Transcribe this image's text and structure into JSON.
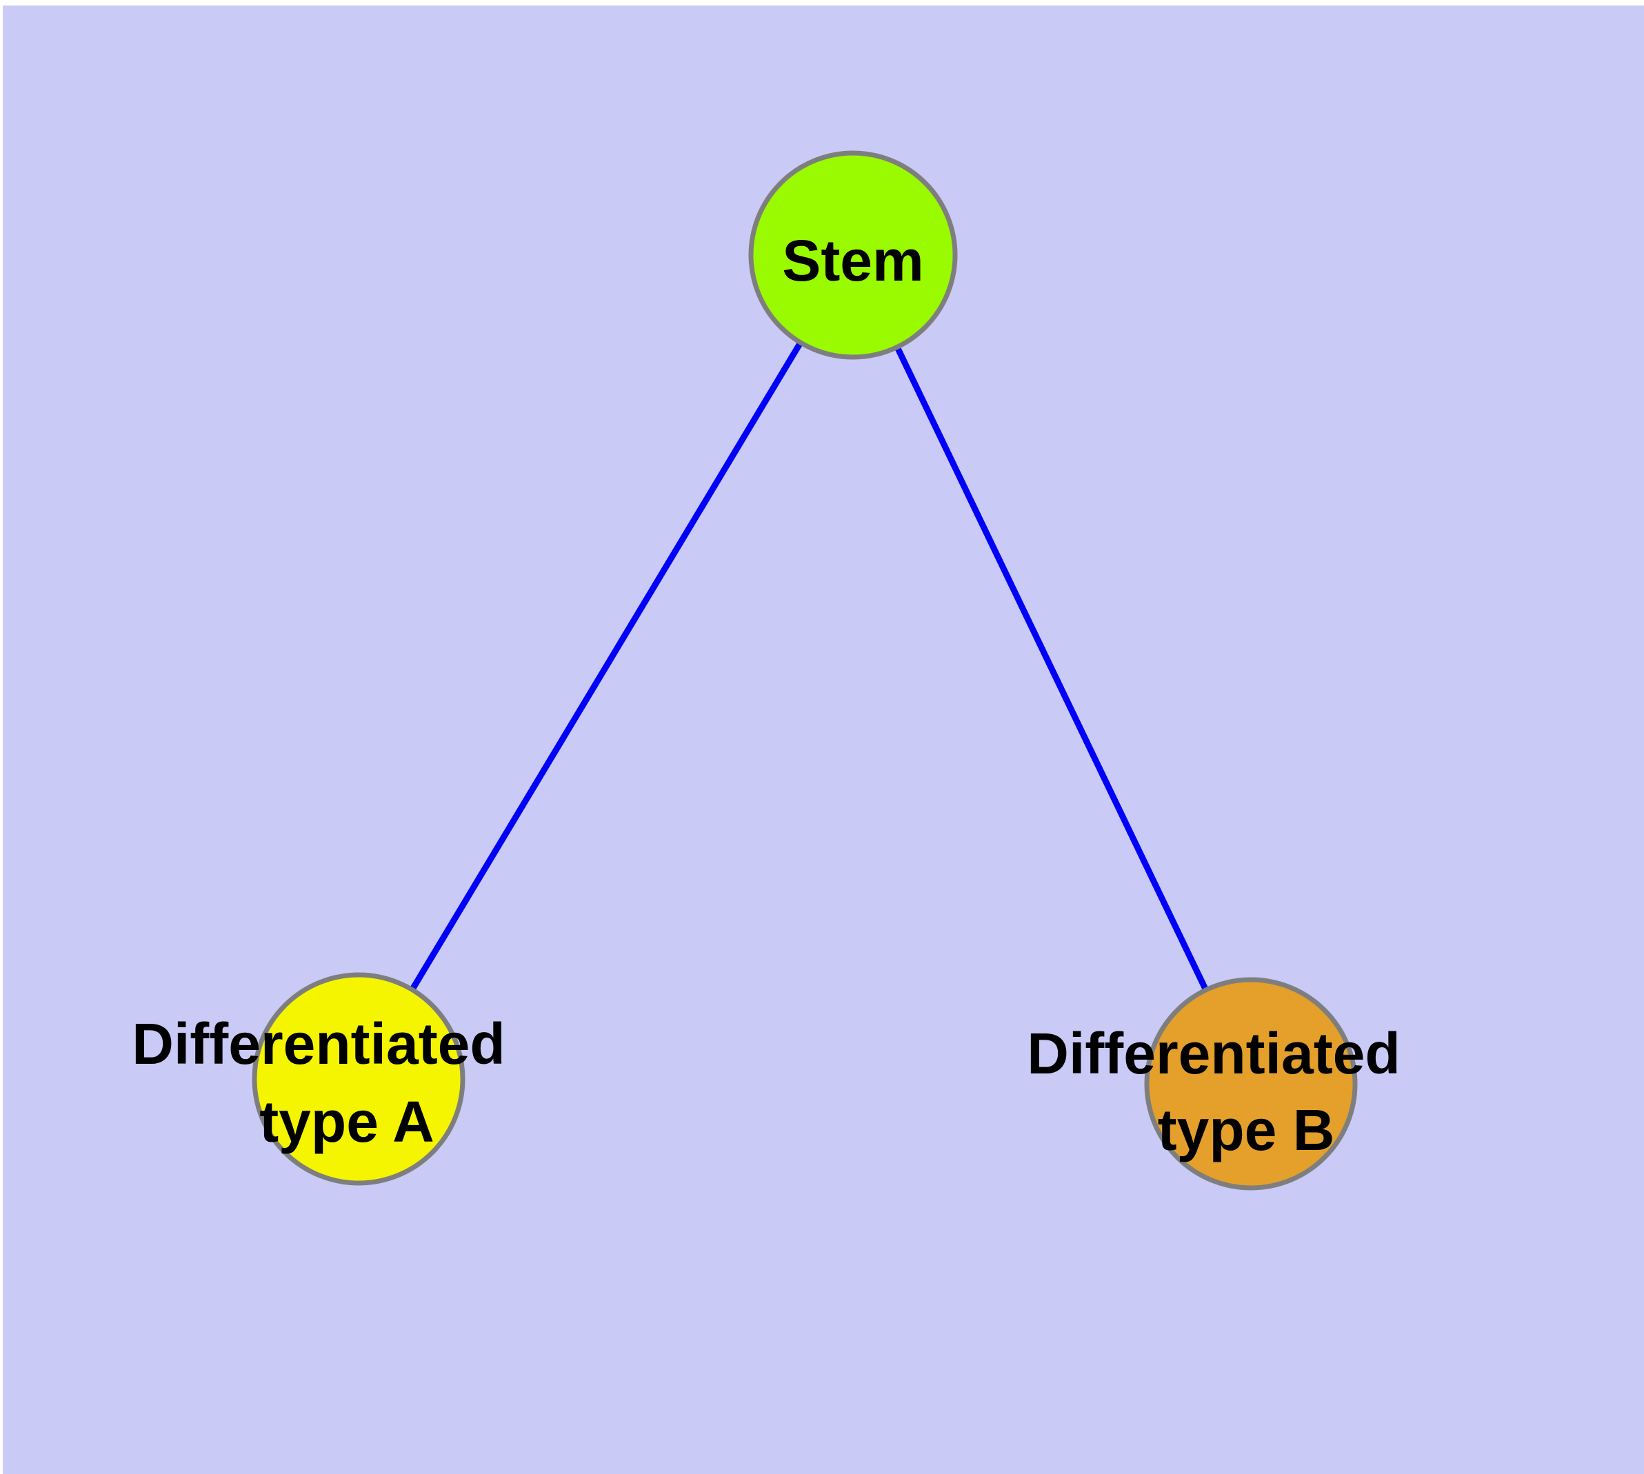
{
  "diagram": {
    "background_color": "#CACAF7",
    "margin_color": "#FFFFFF",
    "edge_color": "#0000F8",
    "node_border_color": "#7E7E7E",
    "label_color": "#000000",
    "nodes": {
      "stem": {
        "label": "Stem",
        "color": "#9AFA00"
      },
      "type_a": {
        "label_line1": "Differentiated",
        "label_line2": "type A",
        "color": "#F5F500"
      },
      "type_b": {
        "label_line1": "Differentiated",
        "label_line2": "type B",
        "color": "#E4A02B"
      }
    },
    "edges": [
      {
        "from": "stem",
        "to": "type_a"
      },
      {
        "from": "stem",
        "to": "type_b"
      }
    ]
  }
}
